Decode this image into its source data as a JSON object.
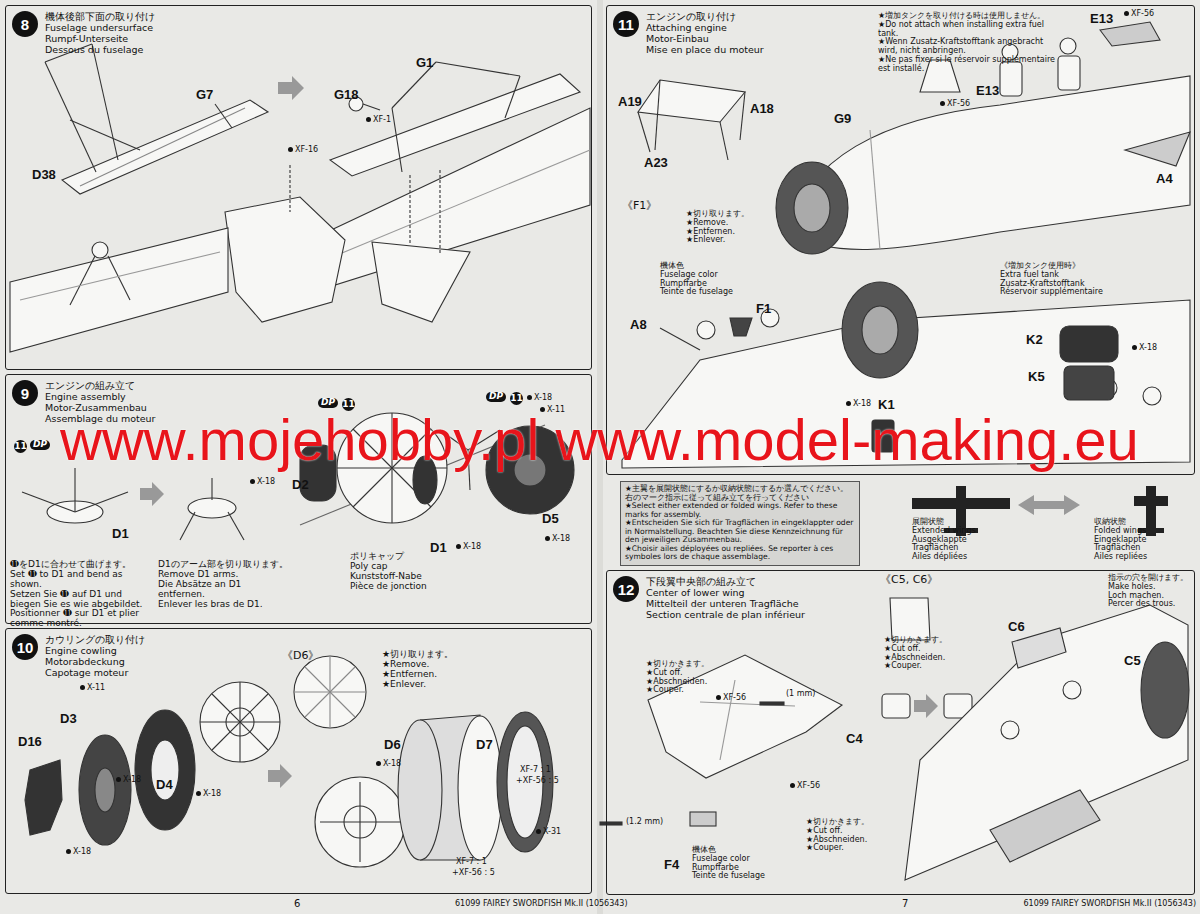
{
  "diagram": {
    "nodes": [
      {
        "text": [
          "8",
          "機体後部下面の取り付け",
          "Fuselage undersurface",
          "Rumpf-Unterseite",
          "Dessous du fuselage"
        ]
      },
      {
        "text": [
          "9",
          "エンジンの組み立て",
          "Engine assembly",
          "Motor-Zusammenbau",
          "Assemblage du moteur"
        ]
      },
      {
        "text": [
          "10",
          "カウリングの取り付け",
          "Engine cowling",
          "Motorabdeckung",
          "Capotage moteur"
        ]
      },
      {
        "text": [
          "11",
          "エンジンの取り付け",
          "Attaching engine",
          "Motor-Einbau",
          "Mise en place du moteur"
        ]
      },
      {
        "text": [
          "★主翼を展開状態にするか収納状態にするか選んでください。 右のマーク指示に従って組み立てを行ってください",
          "★Select either extended or folded wings. Refer to these marks for assembly.",
          "★Entscheiden Sie sich für Tragflächen in eingeklappter oder in Normalstellung. Beachten Sie diese Kennzeichnung für den jeweiligen Zusammenbau.",
          "★Choisir ailes déployées ou repliées. Se reporter à ces symboles lors de chaque assemblage."
        ]
      },
      {
        "text": [
          "12",
          "下段翼中央部の組み立て",
          "Center of lower wing",
          "Mittelteil der unteren Tragfläche",
          "Section centrale de plan inférieur"
        ]
      }
    ],
    "labels": [
      "G1",
      "G18",
      "XF-1",
      "XF-16",
      "G7",
      "D38",
      "DP",
      "11",
      "X-18",
      "X-11",
      "11",
      "DP",
      "DP",
      "11",
      "X-18",
      "D2",
      "D1",
      "D1",
      "X-18",
      "D5",
      "X-18",
      "⓫をD1に合わせて曲げます。",
      "Set ⓫ to D1 and bend as shown.",
      "Setzen Sie ⓫ auf D1 und biegen Sie es wie abgebildet.",
      "Positionner ⓫ sur D1 et plier comme montré.",
      "D1のアーム部を切り取ります。",
      "Remove D1 arms.",
      "Die Absätze an D1 entfernen.",
      "Enlever les bras de D1.",
      "ポリキャップ",
      "Poly cap",
      "Kunststoff-Nabe",
      "Pièce de jonction",
      "X-11",
      "D3",
      "D16",
      "X-18",
      "D4",
      "X-18",
      "X-18",
      "《D6》",
      "★切り取ります。",
      "★Remove.",
      "★Entfernen.",
      "★Enlever.",
      "D6",
      "D7",
      "X-18",
      "XF-7 : 1",
      "+XF-56 : 5",
      "X-31",
      "XF-7 : 1",
      "+XF-56 : 5",
      "6",
      "61099 FAIREY SWORDFISH Mk.II (1056343)",
      "A19",
      "A18",
      "A23",
      "G9",
      "★増加タンクを取り付ける時は使用しません。",
      "★Do not attach when installing extra fuel tank.",
      "★Wenn Zusatz-Kraftstofftank angebracht wird, nicht anbringen.",
      "★Ne pas fixer si le réservoir supplémentaire est installé.",
      "E13",
      "E13",
      "XF-56",
      "XF-56",
      "A4",
      "《F1》",
      "★切り取ります。",
      "★Remove.",
      "★Entfernen.",
      "★Enlever.",
      "機体色",
      "Fuselage color",
      "Rumpffarbe",
      "Teinte de fuselage",
      "F1",
      "A8",
      "《増加タンク使用時》",
      "Extra fuel tank",
      "Zusatz-Kraftstofftank",
      "Réservoir supplémentaire",
      "K2",
      "K5",
      "X-18",
      "X-18",
      "K1",
      "展開状態",
      "Extended wings",
      "Ausgeklappte Tragflächen",
      "Ailes dépliées",
      "収納状態",
      "Folded wings",
      "Eingeklappte Tragflächen",
      "Ailes repliées",
      "《C5, C6》",
      "★切りかきます。",
      "★Cut off.",
      "★Abschneiden.",
      "★Couper.",
      "指示の穴を開けます。",
      "Make holes.",
      "Loch machen.",
      "Percer des trous.",
      "★切りかきます。",
      "★Cut off.",
      "★Abschneiden.",
      "★Couper.",
      "XF-56",
      "(1 mm)",
      "C4",
      "XF-56",
      "(1.2 mm)",
      "F4",
      "機体色",
      "Fuselage color",
      "Rumpffarbe",
      "Teinte de fuselage",
      "★切りかきます。",
      "★Cut off.",
      "★Abschneiden.",
      "★Couper.",
      "C6",
      "C5",
      "7",
      "61099 FAIREY SWORDFISH Mk.II (1056343)",
      "www.mojehobby.pl www.model-making.eu"
    ]
  }
}
